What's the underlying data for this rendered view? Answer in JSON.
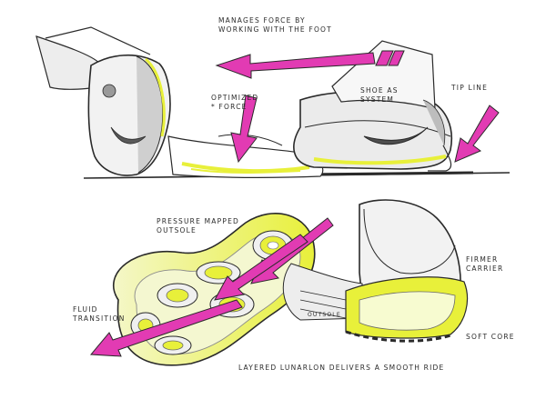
{
  "annotations": {
    "top_line1": "MANAGES FORCE BY",
    "top_line2": "WORKING WITH THE FOOT",
    "optimized_line1": "OPTIMIZED",
    "optimized_line2": "* FORCE",
    "shoe_as_line1": "SHOE AS",
    "shoe_as_line2": "SYSTEM",
    "tip": "TIP LINE",
    "pressure_line1": "PRESSURE MAPPED",
    "pressure_line2": "OUTSOLE",
    "fluid_line1": "FLUID",
    "fluid_line2": "TRANSITION",
    "outsole_label": "OUTSOLE",
    "firmer_line1": "FIRMER",
    "firmer_line2": "CARRIER",
    "soft_core": "SOFT CORE",
    "bottom": "LAYERED LUNARLON DELIVERS A SMOOTH RIDE"
  },
  "colors": {
    "accent_magenta": "#e23bb3",
    "accent_yellow": "#e8f03a",
    "ink": "#2a2a2a",
    "shade": "#c9c9c9"
  }
}
